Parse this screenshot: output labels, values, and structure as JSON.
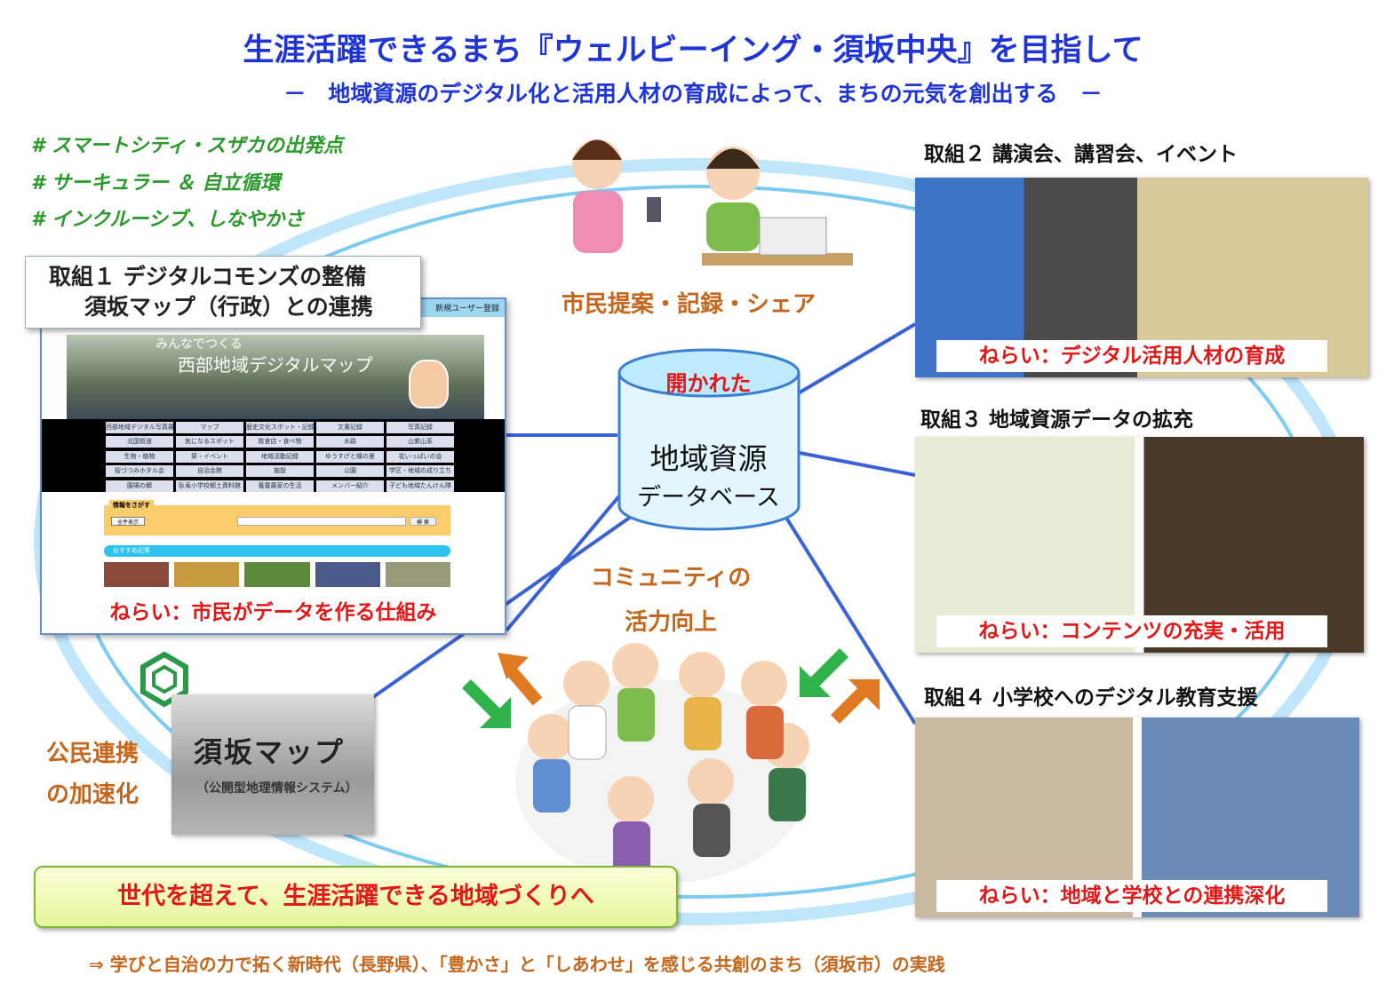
{
  "header": {
    "title": "生涯活躍できるまち『ウェルビーイング・須坂中央』を目指して",
    "subtitle": "－　地域資源のデジタル化と活用人材の育成によって、まちの元気を創出する　－"
  },
  "tags": [
    "# スマートシティ・スザカの出発点",
    "# サーキュラー ＆ 自立循環",
    "# インクルーシブ、しなやかさ"
  ],
  "initiative1": {
    "line1": "取組１  デジタルコモンズの整備",
    "line2": "須坂マップ（行政）との連携",
    "aim": "ねらい：市民がデータを作る仕組み",
    "site": {
      "top_link": "新規ユーザー登録",
      "hero_small": "みんなでつくる",
      "hero_title": "西部地域デジタルマップ",
      "menu": [
        "西部地域デジタル写真展",
        "マップ",
        "歴史文化スポット・記録",
        "文書記録",
        "写真記録",
        "北国街道",
        "気になるスポット",
        "飲食店・食べ物",
        "水路",
        "山紫山系",
        "生物・植物",
        "祭・イベント",
        "地域活動記録",
        "ゆうすげと蝶の里",
        "花いっぱいの会",
        "桜づつみホタル会",
        "自治会館",
        "施設",
        "公園",
        "学区・地域の成り立ち",
        "園場の郷",
        "臥竜小学校郷土資料館",
        "養蚕農家の生活",
        "メンバー紹介",
        "子ども地域たんけん隊"
      ],
      "search_label": "情報をさがす",
      "search_button1": "全件表示",
      "search_button2": "検 索",
      "recommend_label": "おすすめ記事"
    }
  },
  "center": {
    "caption_top": "市民提案・記録・シェア",
    "db_open": "開かれた",
    "db_title": "地域資源",
    "db_sub": "データベース",
    "community_line1": "コミュニティの",
    "community_line2": "活力向上"
  },
  "initiative2": {
    "title": "取組２  講演会、講習会、イベント",
    "aim": "ねらい：デジタル活用人材の育成"
  },
  "initiative3": {
    "title": "取組３  地域資源データの拡充",
    "aim": "ねらい：コンテンツの充実・活用"
  },
  "initiative4": {
    "title": "取組４  小学校へのデジタル教育支援",
    "aim": "ねらい：地域と学校との連携深化"
  },
  "suzaka_map": {
    "title": "須坂マップ",
    "subtitle": "（公開型地理情報システム）"
  },
  "public_private": {
    "line1": "公民連携",
    "line2": "の加速化"
  },
  "goal": "世代を超えて、生涯活躍できる地域づくりへ",
  "footnote": "⇒ 学びと自治の力で拓く新時代（長野県）、「豊かさ」と「しあわせ」を感じる共創のまち（須坂市）の実践",
  "colors": {
    "title": "#1f35d6",
    "aim": "#e01818",
    "orange": "#c4671c",
    "green": "#2a9a2a"
  }
}
